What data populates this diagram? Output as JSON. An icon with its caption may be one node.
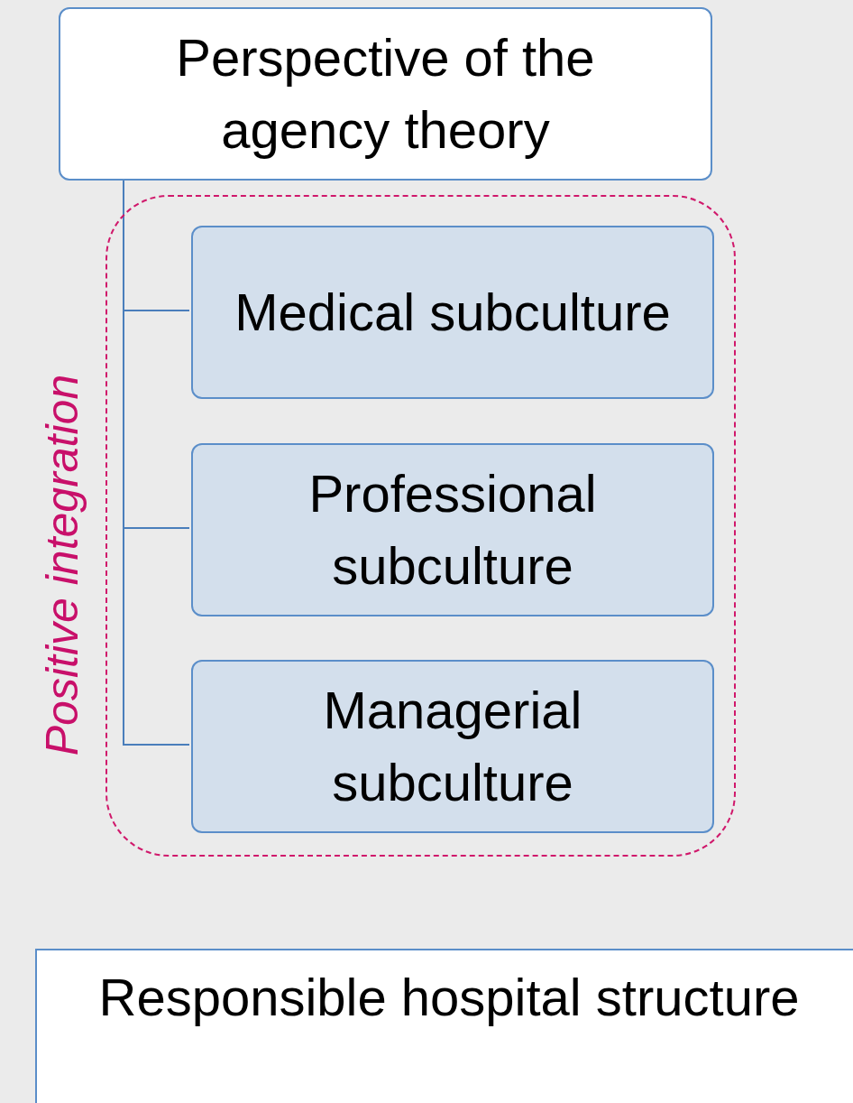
{
  "diagram": {
    "nodes": [
      {
        "text": [
          "Perspective of the agency theory"
        ]
      },
      {
        "text": [
          "Positive integration"
        ]
      },
      {
        "text": [
          "Medical subculture"
        ],
        "in": 1
      },
      {
        "text": [
          "Professional subculture"
        ],
        "in": 1
      },
      {
        "text": [
          "Managerial subculture"
        ],
        "in": 1
      },
      {
        "text": [
          "Responsible hospital structure"
        ]
      }
    ],
    "edges": [
      {
        "from": 0,
        "to": 2,
        "arrow": "none"
      },
      {
        "from": 0,
        "to": 3,
        "arrow": "none"
      },
      {
        "from": 0,
        "to": 4,
        "arrow": "none"
      }
    ]
  }
}
